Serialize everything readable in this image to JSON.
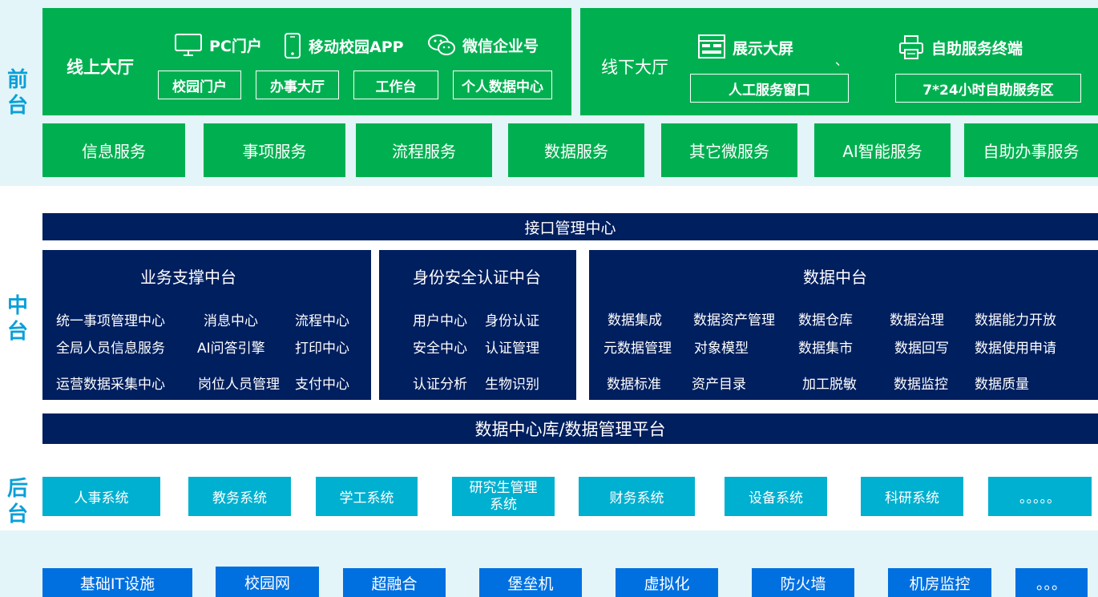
{
  "tiers": {
    "front": "前台",
    "middle": "中台",
    "back": "后台"
  },
  "online_hall": {
    "title": "线上大厅",
    "channels": [
      {
        "icon": "monitor-icon",
        "label": "PC门户"
      },
      {
        "icon": "mobile-phone-icon",
        "label": "移动校园APP"
      },
      {
        "icon": "wechat-icon",
        "label": "微信企业号"
      }
    ],
    "entries": [
      "校园门户",
      "办事大厅",
      "工作台",
      "个人数据中心"
    ]
  },
  "offline_hall": {
    "title": "线下大厅",
    "screen": {
      "icon": "display-board-icon",
      "label": "展示大屏"
    },
    "separator": "、",
    "terminal": {
      "icon": "printer-icon",
      "label": "自助服务终端"
    },
    "entries": [
      "人工服务窗口",
      "7*24小时自助服务区"
    ]
  },
  "services": [
    "信息服务",
    "事项服务",
    "流程服务",
    "数据服务",
    "其它微服务",
    "AI智能服务",
    "自助办事服务"
  ],
  "interface_center": "接口管理中心",
  "business_platform": {
    "title": "业务支撑中台",
    "items": [
      "统一事项管理中心",
      "消息中心",
      "流程中心",
      "全局人员信息服务",
      "AI问答引擎",
      "打印中心",
      "运营数据采集中心",
      "岗位人员管理",
      "支付中心"
    ]
  },
  "identity_platform": {
    "title": "身份安全认证中台",
    "items": [
      "用户中心",
      "身份认证",
      "安全中心",
      "认证管理",
      "认证分析",
      "生物识别"
    ]
  },
  "data_platform": {
    "title": "数据中台",
    "items": [
      "数据集成",
      "数据资产管理",
      "数据仓库",
      "数据治理",
      "数据能力开放",
      "元数据管理",
      "对象模型",
      "数据集市",
      "数据回写",
      "数据使用申请",
      "数据标准",
      "资产目录",
      "加工脱敏",
      "数据监控",
      "数据质量"
    ]
  },
  "data_center_bar": "数据中心库/数据管理平台",
  "back_systems": [
    "人事系统",
    "教务系统",
    "学工系统",
    "研究生管理系统",
    "财务系统",
    "设备系统",
    "科研系统",
    "。。。。。"
  ],
  "infrastructure": [
    "基础IT设施",
    "校园网",
    "超融合",
    "堡垒机",
    "虚拟化",
    "防火墙",
    "机房监控",
    "。。。"
  ],
  "colors": {
    "green": "#00b050",
    "navy": "#001f5f",
    "teal": "#00b0d0",
    "blue": "#0070e0",
    "label": "#0aa0d8",
    "band": "#e3f5f8"
  }
}
